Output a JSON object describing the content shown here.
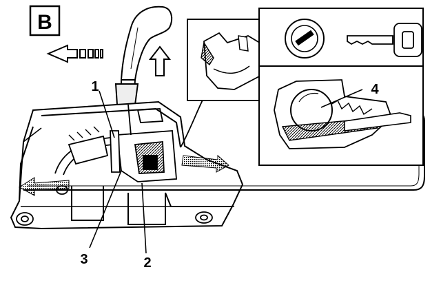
{
  "figure": {
    "view_tag": "B",
    "callouts": {
      "c1": "1",
      "c2": "2",
      "c3": "3",
      "c4": "4"
    }
  },
  "colors": {
    "ink": "#000000",
    "paper": "#ffffff"
  }
}
